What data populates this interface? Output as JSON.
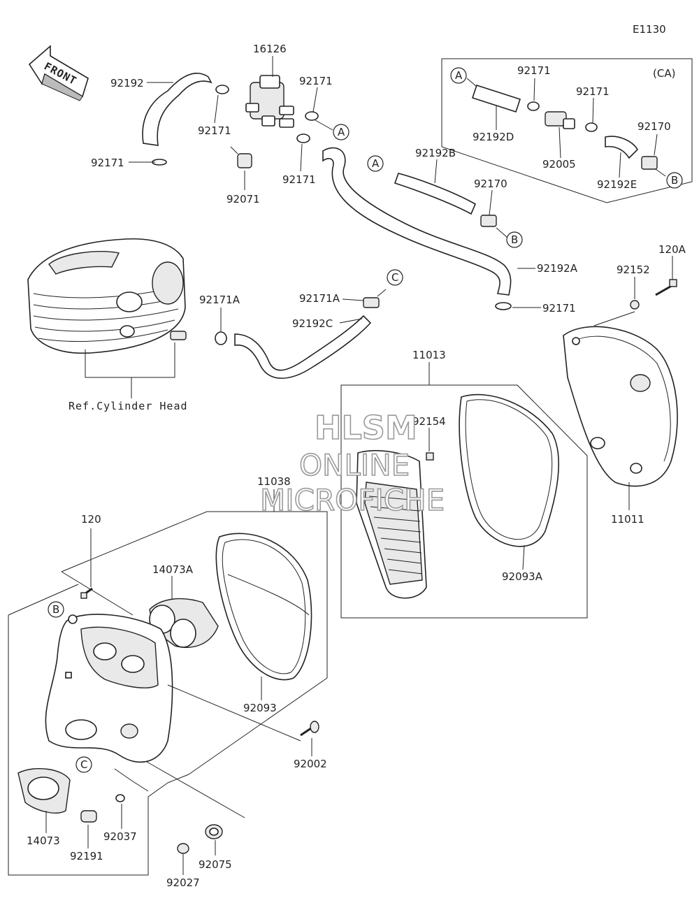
{
  "diagram_code": "E1130",
  "front_label": "FRONT",
  "ca_label": "(CA)",
  "ref_label": "Ref.Cylinder Head",
  "watermark": [
    "HLSM",
    "ONLINE",
    "MICROFICHE"
  ],
  "parts": {
    "p16126": "16126",
    "p92192": "92192",
    "p92171_a": "92171",
    "p92171_b": "92171",
    "p92171_c": "92171",
    "p92171_d": "92171",
    "p92171_e": "92171",
    "p92171_f": "92171",
    "p92171_g": "92171",
    "p92071": "92071",
    "p92192B": "92192B",
    "p92170_a": "92170",
    "p92170_b": "92170",
    "p92192D": "92192D",
    "p92005": "92005",
    "p92192E": "92192E",
    "p92192A": "92192A",
    "p120A": "120A",
    "p92152": "92152",
    "p92171A_a": "92171A",
    "p92171A_b": "92171A",
    "p92192C": "92192C",
    "p11013": "11013",
    "p92154": "92154",
    "p11011": "11011",
    "p92093A": "92093A",
    "p11038": "11038",
    "p120": "120",
    "p14073A": "14073A",
    "p92093": "92093",
    "p92002": "92002",
    "p14073": "14073",
    "p92037": "92037",
    "p92191": "92191",
    "p92075": "92075",
    "p92027": "92027"
  },
  "connectors": {
    "A1": "A",
    "A2": "A",
    "A3": "A",
    "B1": "B",
    "B2": "B",
    "B3": "B",
    "C1": "C",
    "C2": "C"
  }
}
